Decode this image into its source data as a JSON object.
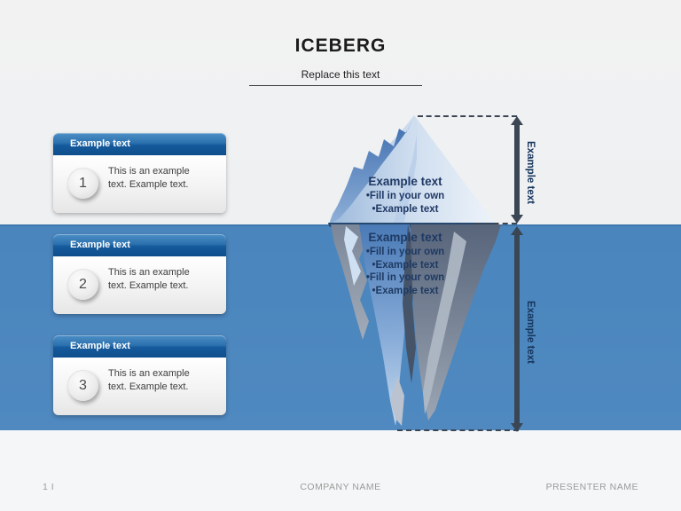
{
  "header": {
    "title": "ICEBERG",
    "subtitle": "Replace this text"
  },
  "boxes": [
    {
      "header": "Example text",
      "number": "1",
      "body": "This is an example text. Example text."
    },
    {
      "header": "Example text",
      "number": "2",
      "body": "This is an example text. Example text."
    },
    {
      "header": "Example text",
      "number": "3",
      "body": "This is an example text. Example text."
    }
  ],
  "iceberg": {
    "above": {
      "title": "Example text",
      "bullets": [
        "•Fill in your own",
        "•Example text"
      ]
    },
    "below": {
      "title": "Example text",
      "bullets": [
        "•Fill in your own",
        "•Example text",
        "•Fill in your own",
        "•Example text"
      ]
    }
  },
  "dimensions": {
    "above_label": "Example text",
    "below_label": "Example text"
  },
  "footer": {
    "page": "1 I",
    "company": "COMPANY NAME",
    "presenter": "PRESENTER NAME"
  },
  "colors": {
    "water": "#4d87be",
    "header_blue": "#155a9c",
    "navy_text": "#1f3864",
    "arrow": "#3b4654",
    "sky": "#f1f1f1",
    "footer_bg": "#f5f6f7"
  }
}
